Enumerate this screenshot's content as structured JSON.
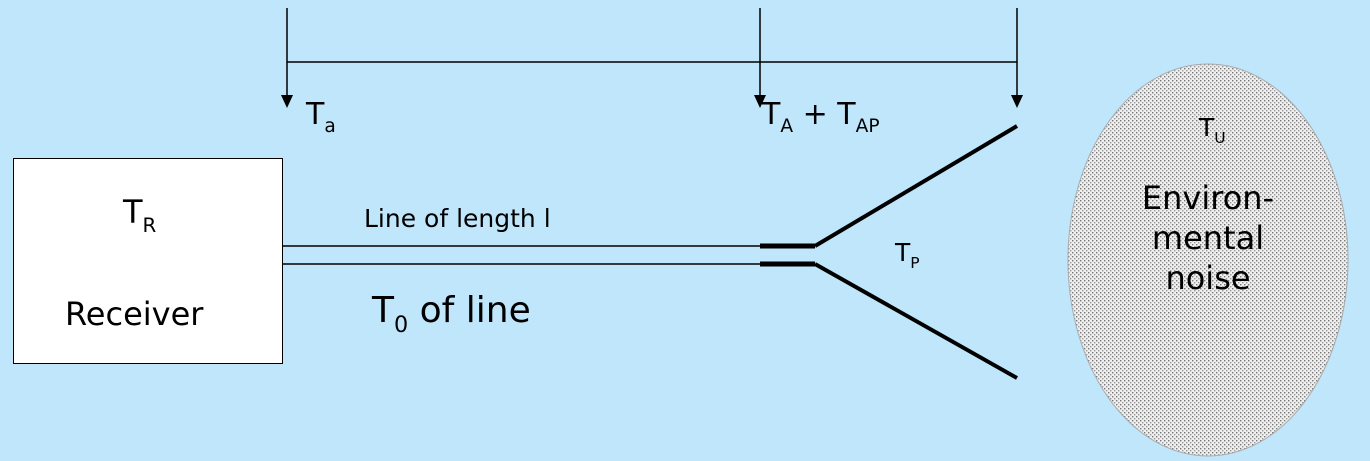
{
  "receiver": {
    "temp_main": "T",
    "temp_sub": "R",
    "label": "Receiver"
  },
  "line": {
    "label": "Line of length l",
    "t0_main": "T",
    "t0_sub": "0",
    "t0_rest": " of line"
  },
  "taps": {
    "ta_main": "T",
    "ta_sub": "a",
    "tA_main": "T",
    "tA_sub": "A",
    "plus": " + ",
    "tAP_main": "T",
    "tAP_sub": "AP"
  },
  "antenna": {
    "tp_main": "T",
    "tp_sub": "P"
  },
  "environment": {
    "tu_main": "T",
    "tu_sub": "U",
    "label_line1": "Environ-",
    "label_line2": "mental",
    "label_line3": "noise"
  }
}
